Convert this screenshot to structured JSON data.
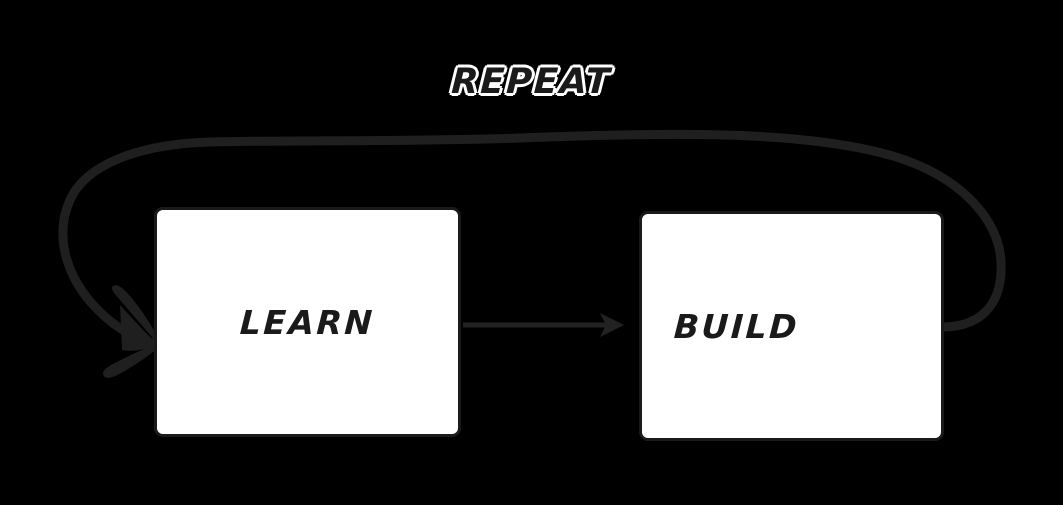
{
  "diagram": {
    "background_color": "#000000",
    "title": "",
    "nodes": [
      {
        "id": "learn",
        "label": "LEARN",
        "fill_color": "#FFFFFF",
        "stroke_color": "#1A1A1A"
      },
      {
        "id": "build",
        "label": "BUILD",
        "fill_color": "#FFFFFF",
        "stroke_color": "#1A1A1A"
      }
    ],
    "edges": [
      {
        "id": "learn-to-build",
        "label": "",
        "from": "learn",
        "to": "build",
        "color": "#222222",
        "style": "straight-arrow"
      },
      {
        "id": "build-to-learn",
        "label": "REPEAT",
        "from": "build",
        "to": "learn",
        "color": "#1F1F1F",
        "style": "hand-drawn-loop"
      }
    ]
  }
}
